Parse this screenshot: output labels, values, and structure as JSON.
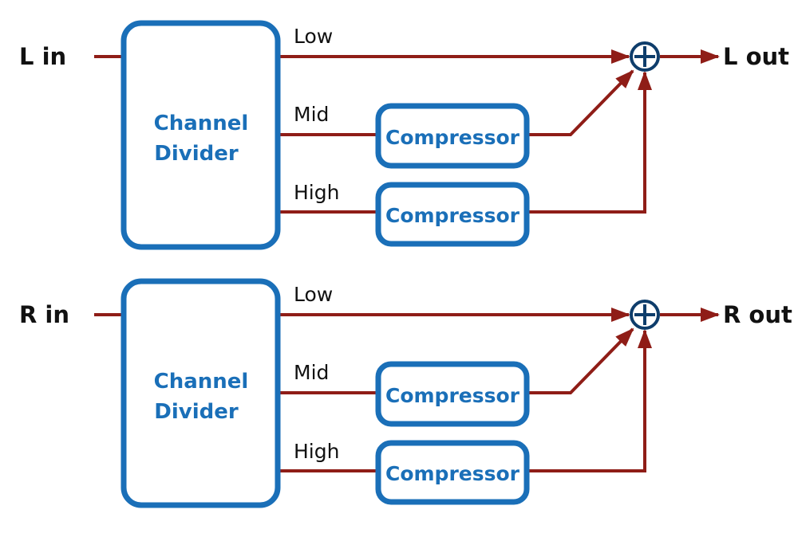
{
  "channels": [
    {
      "input_label": "L in",
      "output_label": "L out",
      "divider": {
        "line1": "Channel",
        "line2": "Divider"
      },
      "bands": [
        {
          "label": "Low"
        },
        {
          "label": "Mid",
          "processor": "Compressor"
        },
        {
          "label": "High",
          "processor": "Compressor"
        }
      ]
    },
    {
      "input_label": "R in",
      "output_label": "R out",
      "divider": {
        "line1": "Channel",
        "line2": "Divider"
      },
      "bands": [
        {
          "label": "Low"
        },
        {
          "label": "Mid",
          "processor": "Compressor"
        },
        {
          "label": "High",
          "processor": "Compressor"
        }
      ]
    }
  ],
  "colors": {
    "signal_line": "#8f1d17",
    "block_outline": "#1a6fb8",
    "summing_node": "#0e3d6b"
  }
}
